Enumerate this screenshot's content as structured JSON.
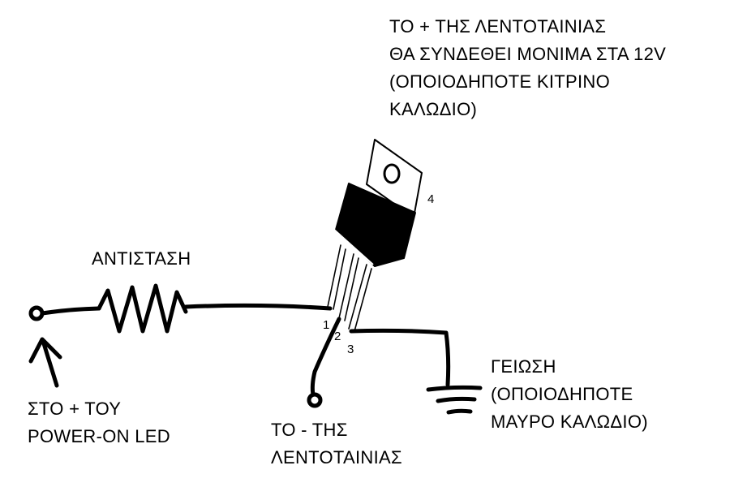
{
  "labels": {
    "top_note": [
      "ΤΟ + ΤΗΣ ΛΕΝΤΟΤΑΙΝΙΑΣ",
      "ΘΑ ΣΥΝΔΕΘΕΙ ΜΟΝΙΜΑ ΣΤΑ 12V",
      "(ΟΠΟΙΟΔΗΠΟΤΕ ΚΙΤΡΙΝΟ",
      "ΚΑΛΩΔΙΟ)"
    ],
    "resistor": "ΑΝΤΙΣΤΑΣΗ",
    "power_led": [
      "ΣΤΟ + ΤΟΥ",
      "POWER-ON LED"
    ],
    "strip_minus": [
      "ΤΟ - ΤΗΣ",
      "ΛΕΝΤΟΤΑΙΝΙΑΣ"
    ],
    "ground": [
      "ΓΕΙΩΣΗ",
      "(ΟΠΟΙΟΔΗΠΟΤΕ",
      "ΜΑΥΡΟ ΚΑΛΩΔΙΟ)"
    ]
  },
  "pins": [
    "1",
    "2",
    "3",
    "4"
  ],
  "colors": {
    "ink": "#000000",
    "background": "#ffffff"
  }
}
